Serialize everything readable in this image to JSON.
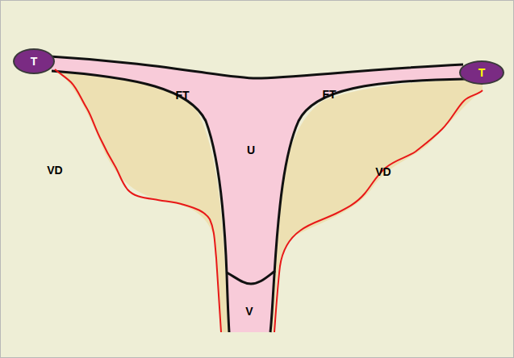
{
  "diagram": {
    "nodes": [
      {
        "text": [
          "T"
        ]
      },
      {
        "text": [
          "T"
        ]
      }
    ],
    "labels": [
      "FT",
      "FT",
      "U",
      "VD",
      "VD",
      "V"
    ]
  }
}
